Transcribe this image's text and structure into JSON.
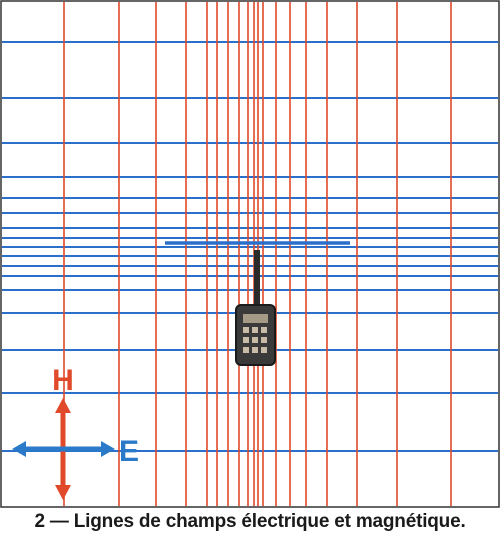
{
  "figure": {
    "caption": "2 — Lignes de champs électrique et magnétique.",
    "label_h": "H",
    "label_e": "E",
    "colors": {
      "magnetic_lines": "#2a6fc9",
      "electric_lines": "#e04a2a",
      "axis_h": "#e04a2a",
      "axis_e": "#2a7ac9",
      "device": "#2a2a2a",
      "frame": "#333333",
      "background": "#ffffff"
    },
    "icons": {
      "h_arrow": "double-arrow-vertical",
      "e_arrow": "double-arrow-horizontal",
      "device": "handheld-transmitter-icon"
    }
  }
}
